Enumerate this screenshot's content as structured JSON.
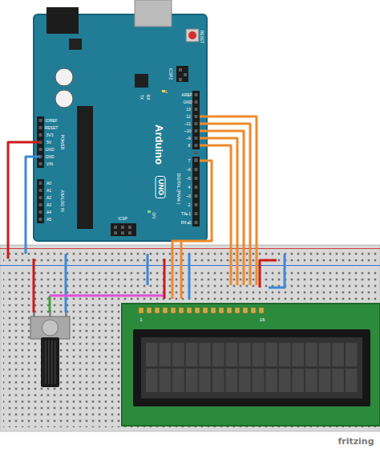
{
  "diagram": {
    "nodes": [
      {
        "text": [
          "RESET",
          "ICSP2",
          "TX",
          "RX",
          "L",
          "AREF",
          "GND",
          "13",
          "12",
          "~11",
          "~10",
          "~9",
          "8",
          "7",
          "~6",
          "~5",
          "4",
          "~3",
          "2",
          "TX▸1",
          "RX◂0",
          "DIGITAL (PWM~)",
          "Arduino",
          "UNO",
          "IOREF",
          "RESET",
          "3V3",
          "5V",
          "GND",
          "GND",
          "VIN",
          "POWER",
          "A0",
          "A1",
          "A2",
          "A3",
          "A4",
          "A5",
          "ANALOG IN",
          "ICSP",
          "ON"
        ]
      },
      {
        "text": [
          "1",
          "16"
        ]
      }
    ],
    "labels": [
      "fritzing"
    ]
  }
}
